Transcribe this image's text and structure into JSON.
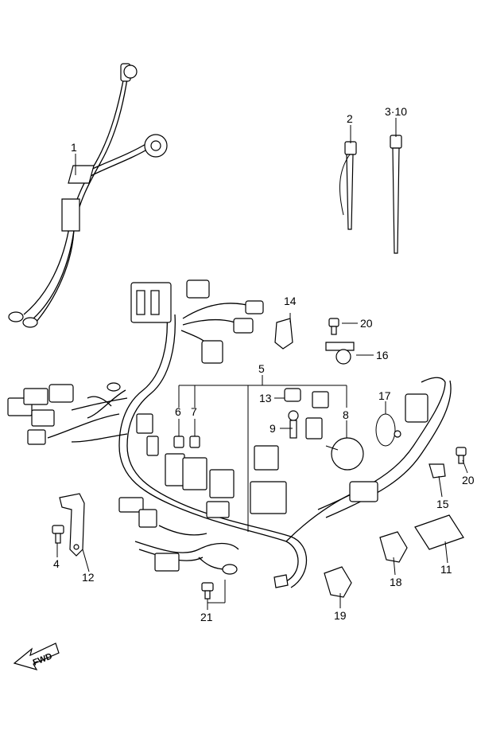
{
  "callouts": {
    "c1": "1",
    "c2": "2",
    "c3": "3·10",
    "c4": "4",
    "c5": "5",
    "c6": "6",
    "c7": "7",
    "c8": "8",
    "c9": "9",
    "c11": "11",
    "c12": "12",
    "c13": "13",
    "c14": "14",
    "c15": "15",
    "c16": "16",
    "c17": "17",
    "c18": "18",
    "c19": "19",
    "c20a": "20",
    "c20b": "20",
    "c21": "21"
  },
  "direction": {
    "label": "FWD"
  }
}
